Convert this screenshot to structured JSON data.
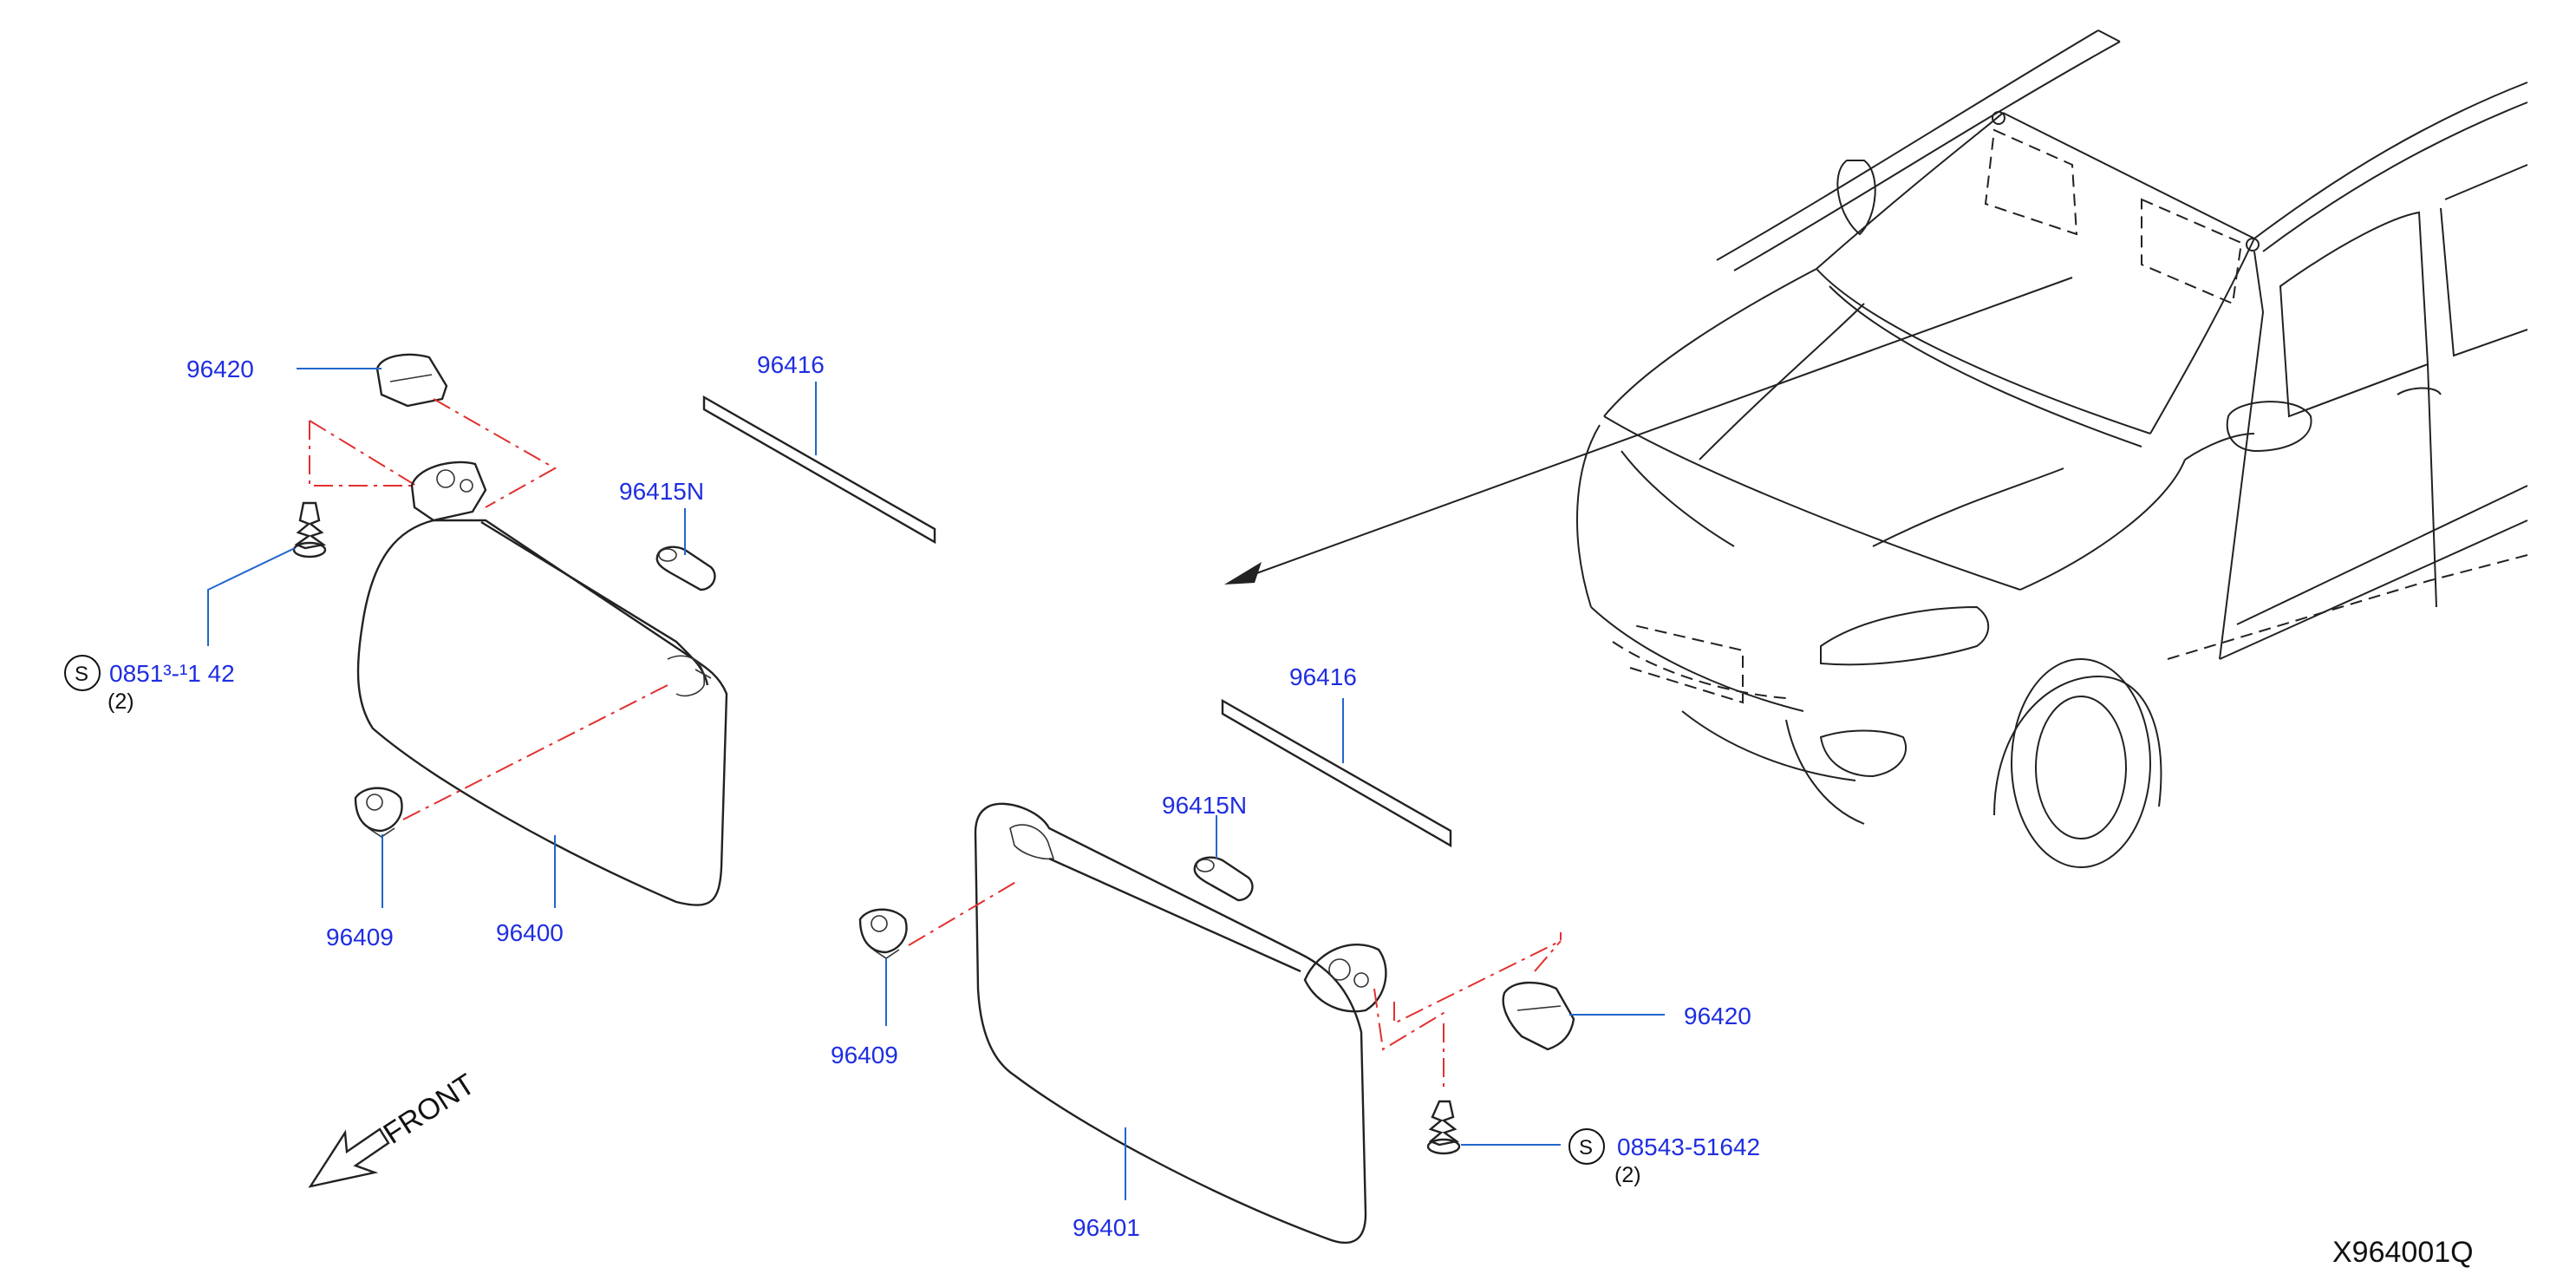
{
  "parts": {
    "l_96420": "96420",
    "l_96416": "96416",
    "l_96415n": "96415N",
    "l_screw": "0851³-¹1 42",
    "l_screw_qty": "(2)",
    "l_96409": "96409",
    "l_96400": "96400",
    "r_96416": "96416",
    "r_96415n": "96415N",
    "r_96409": "96409",
    "r_96420": "96420",
    "r_96401": "96401",
    "r_screw": "08543-51642",
    "r_screw_qty": "(2)"
  },
  "symbols": {
    "standard_part": "S"
  },
  "front_label": "FRONT",
  "reference_code": "X964001Q",
  "colors": {
    "part_number": "#1f2ee0",
    "leader": "#2266cc",
    "centerline": "#e23030",
    "linework": "#222222"
  }
}
